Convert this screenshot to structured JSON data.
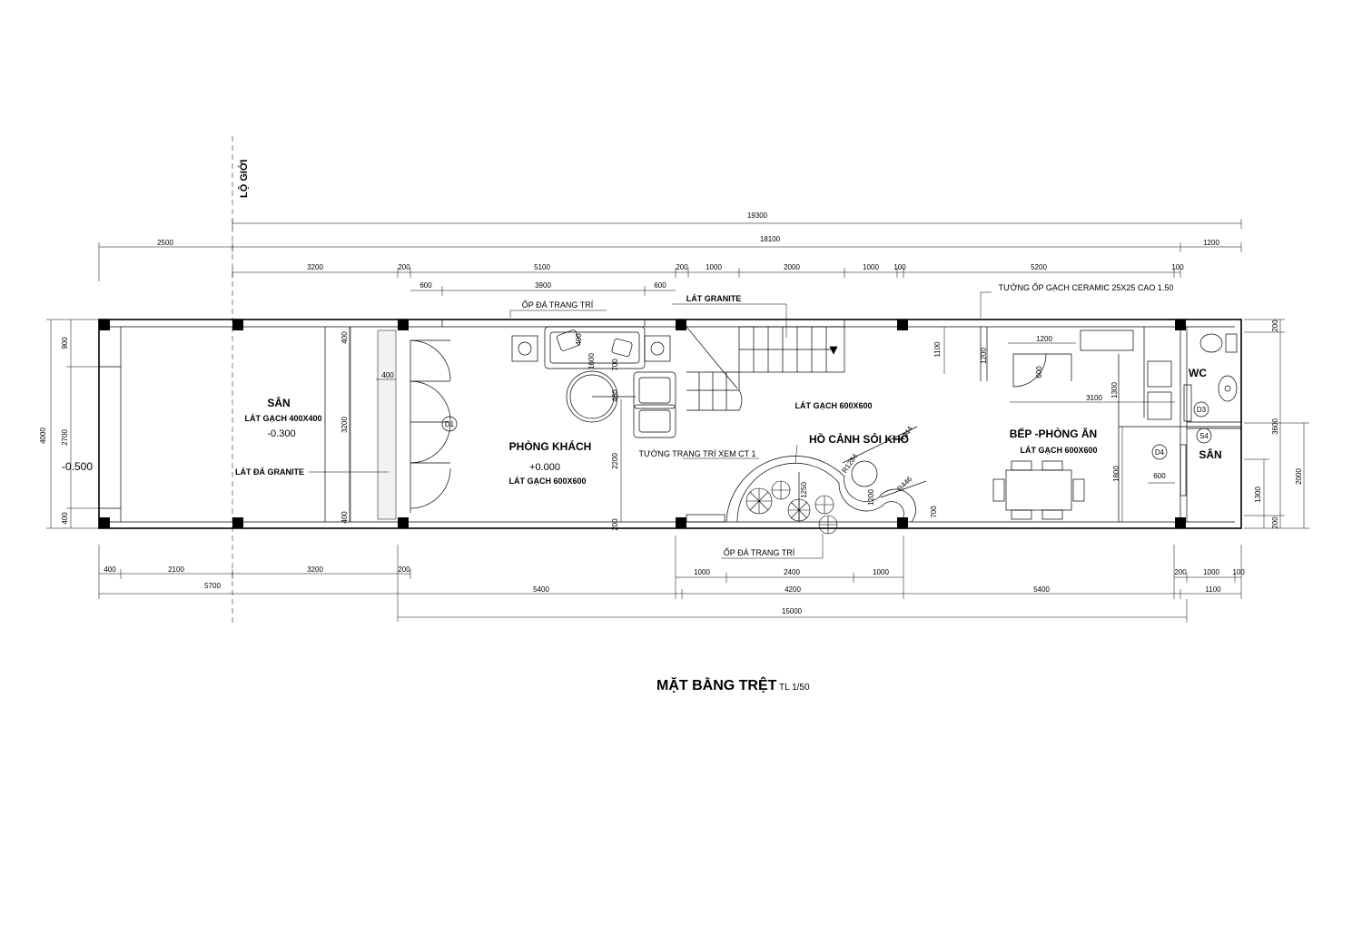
{
  "drawing": {
    "title": "MẶT BẰNG TRỆT",
    "scale": "TL 1/50",
    "boundary_label": "LỘ GIỚI"
  },
  "rooms": {
    "san_front": "SÂN",
    "san_front_floor": "LÁT GẠCH 400X400",
    "san_front_level": "-0.300",
    "outside_level": "-0.500",
    "granite_strip": "LÁT ĐÁ GRANITE",
    "living": "PHÒNG KHÁCH",
    "living_level": "+0.000",
    "living_floor": "LÁT GẠCH 600X600",
    "stair_floor": "LÁT GRANITE",
    "hall_floor": "LÁT GẠCH 600X600",
    "garden": "HỒ CẢNH SỎI KHÔ",
    "decor_wall": "TƯỜNG TRANG TRÍ XEM CT 1",
    "decor_top": "ỐP ĐÁ TRANG TRÍ",
    "decor_bottom": "ỐP ĐÁ TRANG TRÍ",
    "kitchen": "BẾP -PHÒNG ĂN",
    "kitchen_floor": "LÁT GẠCH 600X600",
    "ceramic_note": "TƯỜNG ỐP GẠCH CERAMIC 25X25 CAO 1.50",
    "wc": "WC",
    "san_back": "SÂN"
  },
  "tags": {
    "d1": "D1",
    "d3": "D3",
    "d4": "D4",
    "s4": "S4"
  },
  "dims_top": {
    "total": "19300",
    "main": "18100",
    "left": "2500",
    "right": "1200",
    "r3": [
      "3200",
      "200",
      "5100",
      "200",
      "1000",
      "2000",
      "1000",
      "100",
      "5200",
      "100"
    ],
    "r4": [
      "600",
      "3900",
      "600"
    ]
  },
  "dims_bottom": {
    "r1": [
      "400",
      "2100",
      "3200",
      "200",
      "1000",
      "2400",
      "1000",
      "200",
      "1000",
      "100"
    ],
    "r2": [
      "5700",
      "5400",
      "4200",
      "5400",
      "1100"
    ],
    "total": "15000"
  },
  "dims_left": {
    "total": "4000",
    "parts": [
      "900",
      "2700",
      "400"
    ]
  },
  "dims_right": {
    "a": [
      "200",
      "3600",
      "1300",
      "200"
    ],
    "b": "2000"
  },
  "dims_inner": {
    "san_v1": "400",
    "san_v2": "3200",
    "san_v3": "400",
    "san_h": "400",
    "sofa_w": "1600",
    "sofa_a": "700",
    "sofa_b": "480",
    "liv_h": "2200",
    "liv_b": "200",
    "stair_h": "1100",
    "k_h": "1200",
    "k_w": "1200",
    "k_sink": "600",
    "k_counter": "3100",
    "k_c2": "1300",
    "k_tbl": "1800",
    "k_tbl2": "600",
    "g_r1": "R344",
    "g_r2": "R1284",
    "g_r3": "R446",
    "g_h": "1250",
    "g_h2": "1200",
    "g_h3": "700"
  }
}
